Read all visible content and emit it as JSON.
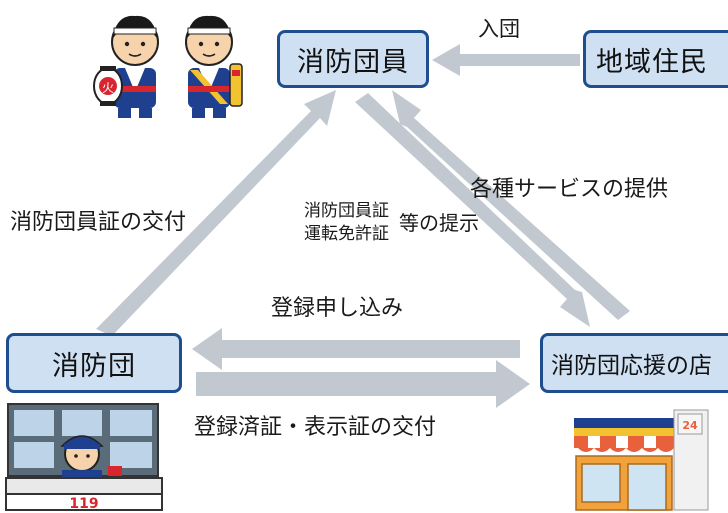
{
  "boxes": {
    "member": "消防団員",
    "resident": "地域住民",
    "brigade": "消防団",
    "shop": "消防団応援の店"
  },
  "labels": {
    "join": "入団",
    "services": "各種サービスの提供",
    "card_issue": "消防団員証の交付",
    "present_line1": "消防団員証",
    "present_line2": "運転免許証",
    "present_tail": "等の提示",
    "register": "登録申し込み",
    "issue": "登録済証・表示証の交付"
  },
  "illustrations": {
    "lantern_char": "火",
    "emergency_number": "119",
    "shop_sign": "24"
  },
  "colors": {
    "box_fill": "#cfe0f3",
    "box_border": "#1f4e8f",
    "arrow": "#c2c8cf"
  }
}
